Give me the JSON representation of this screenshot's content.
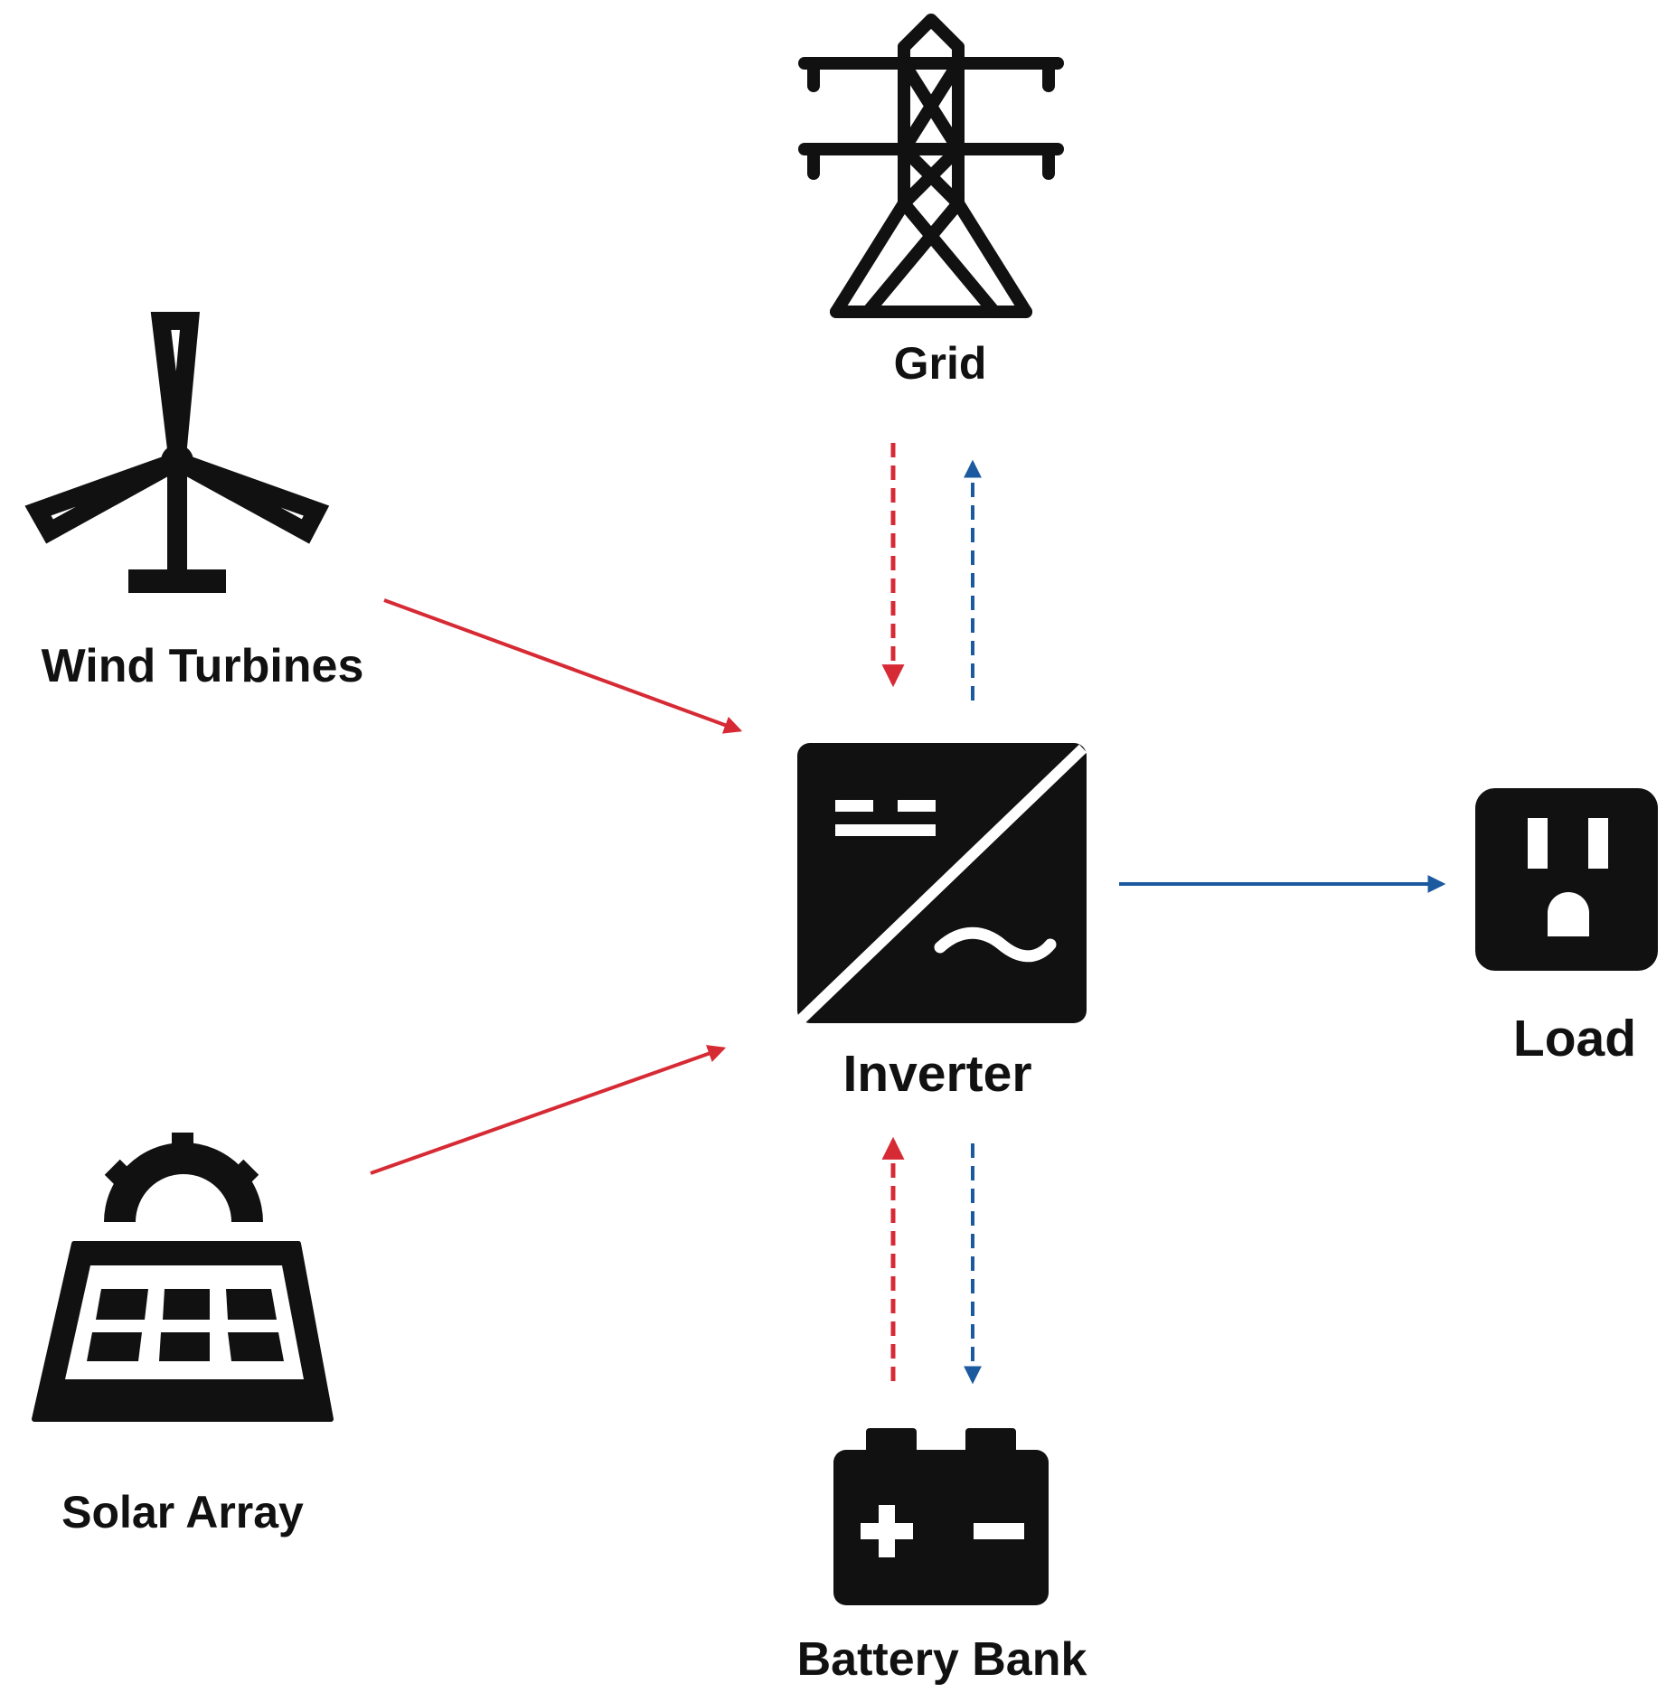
{
  "labels": {
    "grid": "Grid",
    "wind": "Wind Turbines",
    "inverter": "Inverter",
    "load": "Load",
    "solar": "Solar Array",
    "battery": "Battery Bank"
  },
  "icons": {
    "grid": "power-pylon-icon",
    "wind": "wind-turbine-icon",
    "inverter": "dc-ac-inverter-icon",
    "load": "power-outlet-icon",
    "solar": "solar-panel-icon",
    "battery": "battery-icon"
  },
  "colors": {
    "icon": "#111111",
    "red_flow": "#d62a34",
    "blue_flow": "#1c5aa0"
  }
}
